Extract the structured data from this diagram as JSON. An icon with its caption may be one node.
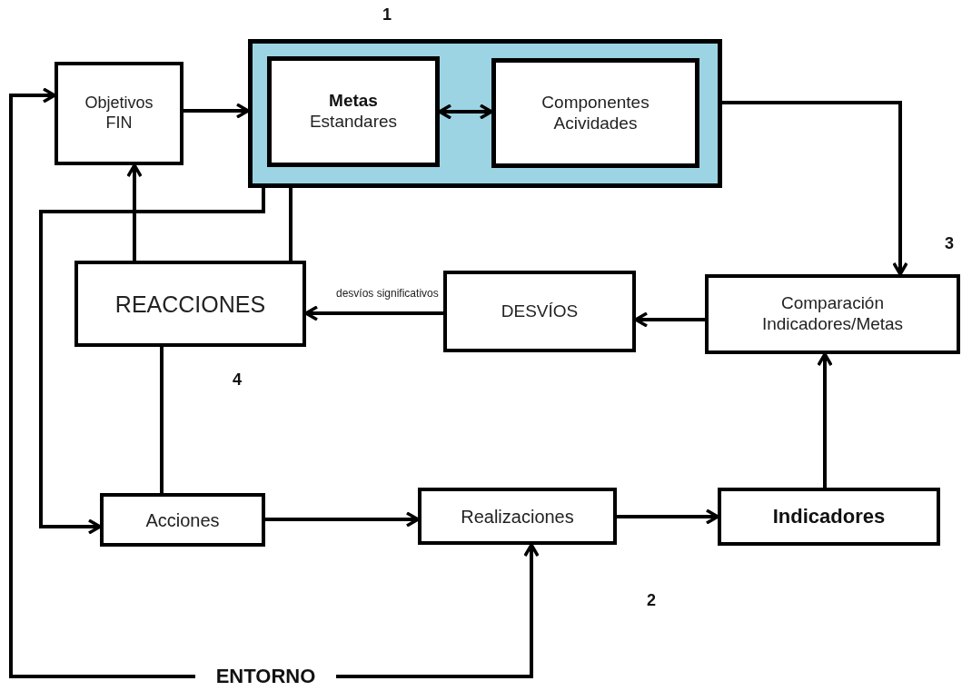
{
  "diagram": {
    "nodes": [
      {
        "text": [
          "Objetivos FIN"
        ]
      },
      {
        "text": [],
        "shape": "box"
      },
      {
        "text": [
          "Metas",
          "Estandares"
        ],
        "in": 1
      },
      {
        "text": [
          "Componentes Acividades"
        ],
        "in": 1
      },
      {
        "text": [
          "REACCIONES"
        ]
      },
      {
        "text": [
          "DESVÍOS"
        ]
      },
      {
        "text": [
          "Comparación Indicadores/Metas"
        ]
      },
      {
        "text": [
          "Acciones"
        ]
      },
      {
        "text": [
          "Realizaciones"
        ]
      },
      {
        "text": [
          "Indicadores"
        ]
      },
      {
        "text": [
          "ENTORNO"
        ]
      }
    ],
    "edges": [
      {
        "from": 0,
        "to": 1,
        "arrow": "to"
      },
      {
        "from": 2,
        "to": 3,
        "arrow": "both"
      },
      {
        "from": 1,
        "to": 6,
        "arrow": "to"
      },
      {
        "from": 6,
        "to": 5,
        "arrow": "to"
      },
      {
        "from": 5,
        "to": 4,
        "arrow": "to",
        "label": "desvíos significativos"
      },
      {
        "from": 4,
        "to": 0,
        "arrow": "to"
      },
      {
        "from": 4,
        "to": 1,
        "arrow": "none"
      },
      {
        "from": 1,
        "to": 7,
        "arrow": "to"
      },
      {
        "from": 4,
        "to": 7,
        "arrow": "none"
      },
      {
        "from": 7,
        "to": 8,
        "arrow": "to"
      },
      {
        "from": 8,
        "to": 9,
        "arrow": "to"
      },
      {
        "from": 9,
        "to": 6,
        "arrow": "to"
      },
      {
        "from": 10,
        "to": 8,
        "arrow": "to"
      },
      {
        "from": 10,
        "to": 0,
        "arrow": "to"
      }
    ],
    "labels": [
      "1",
      "3",
      "4",
      "2"
    ]
  }
}
